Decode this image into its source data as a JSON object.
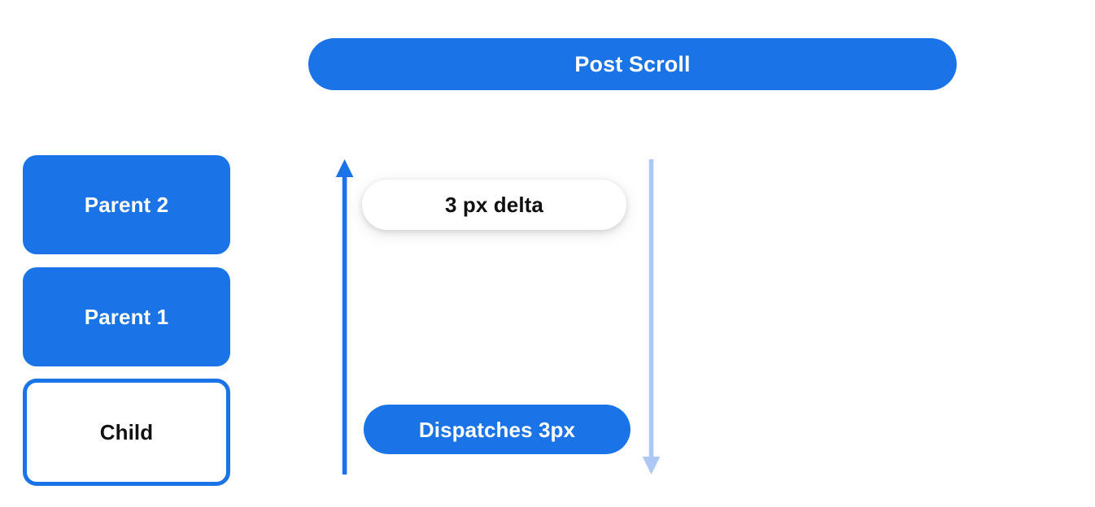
{
  "header": {
    "title": "Post Scroll"
  },
  "hierarchy": {
    "boxes": [
      {
        "label": "Parent 2",
        "style": "filled",
        "name": "parent-2"
      },
      {
        "label": "Parent 1",
        "style": "filled",
        "name": "parent-1"
      },
      {
        "label": "Child",
        "style": "outlined",
        "name": "child"
      }
    ]
  },
  "flow": {
    "up_arrow": {
      "icon": "arrow-up-icon",
      "direction": "up",
      "color": "#1b73e8"
    },
    "down_arrow": {
      "icon": "arrow-down-icon",
      "direction": "down",
      "color": "#aec8f5"
    },
    "delta_pill": {
      "label": "3 px delta"
    },
    "dispatch_pill": {
      "label": "Dispatches 3px"
    }
  },
  "colors": {
    "accent_blue": "#1b73e8",
    "light_blue": "#aec8f5",
    "background": "#ffffff",
    "text_dark": "#101010",
    "text_light": "#ffffff"
  }
}
